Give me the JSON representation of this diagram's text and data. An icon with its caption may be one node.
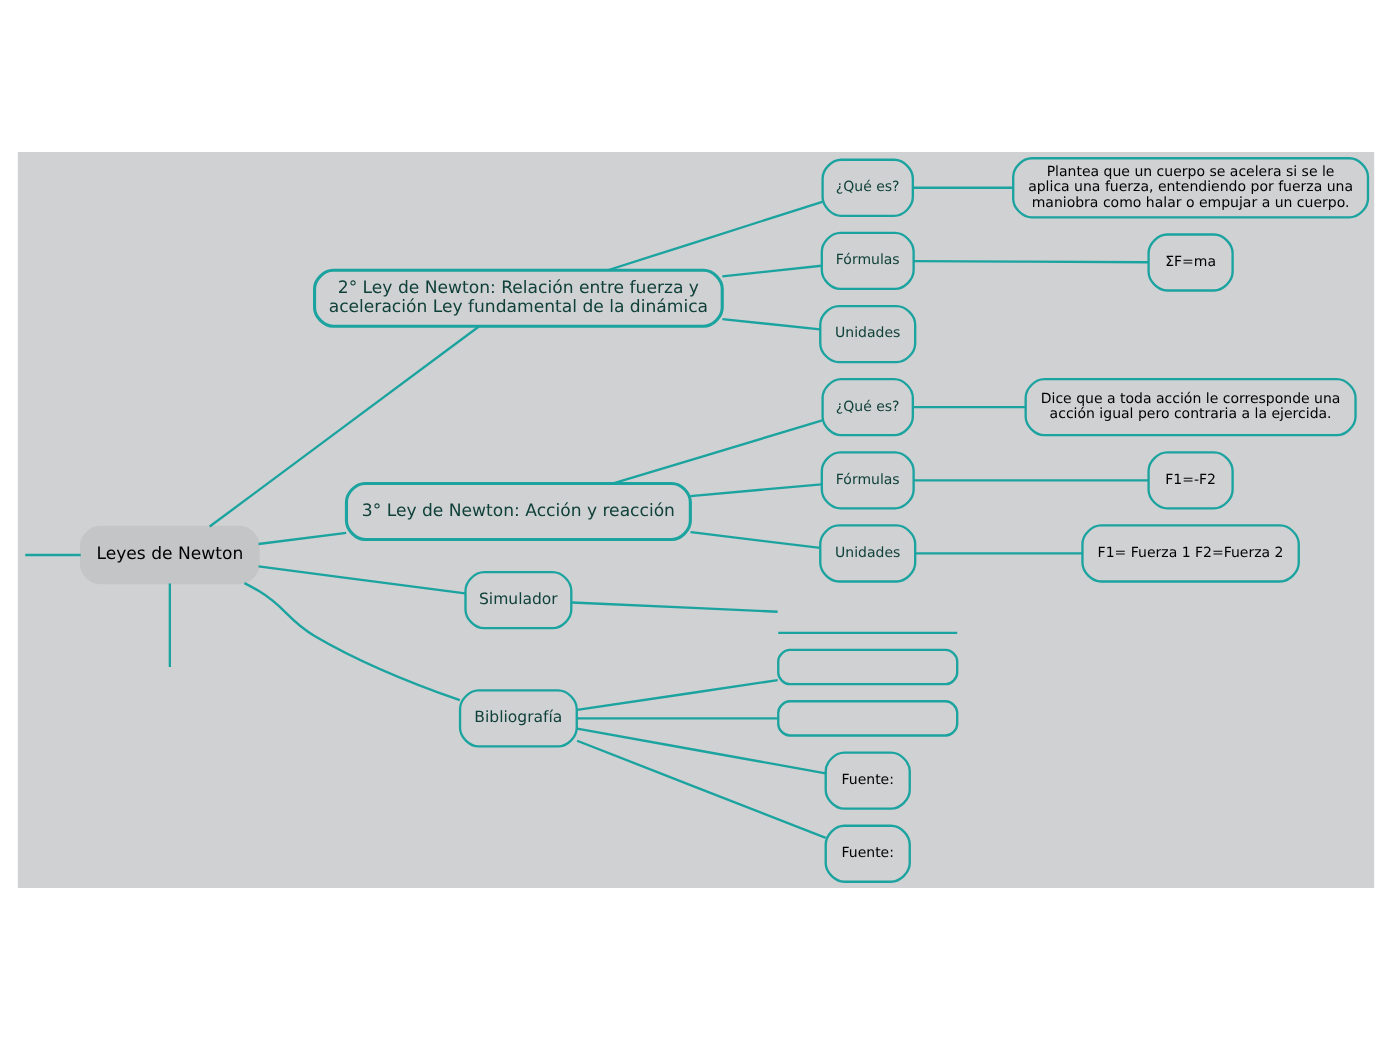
{
  "diagram": {
    "nodes": [
      {
        "text": [
          "Leyes de Newton"
        ]
      },
      {
        "text": [
          "2° Ley de Newton: Relación entre fuerza y aceleración Ley fundamental de la dinámica"
        ]
      },
      {
        "text": [
          "¿Qué es?"
        ]
      },
      {
        "text": [
          "Plantea que un cuerpo se acelera si se le aplica una fuerza, entendiendo por fuerza una maniobra como halar o empujar a un cuerpo."
        ]
      },
      {
        "text": [
          "Fórmulas"
        ]
      },
      {
        "text": [
          "ΣF=ma"
        ]
      },
      {
        "text": [
          "Unidades"
        ]
      },
      {
        "text": [
          "3° Ley de Newton: Acción y reacción"
        ]
      },
      {
        "text": [
          "¿Qué es?"
        ]
      },
      {
        "text": [
          "Dice que a toda acción le corresponde una acción igual pero contraria a la ejercida."
        ]
      },
      {
        "text": [
          "Fórmulas"
        ]
      },
      {
        "text": [
          "F1=-F2"
        ]
      },
      {
        "text": [
          "Unidades"
        ]
      },
      {
        "text": [
          "F1= Fuerza 1 F2=Fuerza 2"
        ]
      },
      {
        "text": [
          "Simulador"
        ]
      },
      {
        "text": [],
        "shape": "bar"
      },
      {
        "text": [
          "Bibliografía"
        ]
      },
      {
        "text": [],
        "shape": "box"
      },
      {
        "text": [],
        "shape": "box"
      },
      {
        "text": [
          "Fuente:"
        ]
      },
      {
        "text": [
          "Fuente:"
        ]
      }
    ],
    "edges": [
      {
        "from": 0,
        "to": null,
        "arrow": "none"
      },
      {
        "from": 0,
        "to": 1,
        "arrow": "none"
      },
      {
        "from": 0,
        "to": 7,
        "arrow": "none"
      },
      {
        "from": 0,
        "to": 14,
        "arrow": "none"
      },
      {
        "from": 0,
        "to": 16,
        "arrow": "none"
      },
      {
        "from": 0,
        "to": null,
        "arrow": "none"
      },
      {
        "from": 1,
        "to": 2,
        "arrow": "none"
      },
      {
        "from": 2,
        "to": 3,
        "arrow": "none"
      },
      {
        "from": 1,
        "to": 4,
        "arrow": "none"
      },
      {
        "from": 4,
        "to": 5,
        "arrow": "none"
      },
      {
        "from": 1,
        "to": 6,
        "arrow": "none"
      },
      {
        "from": 7,
        "to": 8,
        "arrow": "none"
      },
      {
        "from": 8,
        "to": 9,
        "arrow": "none"
      },
      {
        "from": 7,
        "to": 10,
        "arrow": "none"
      },
      {
        "from": 10,
        "to": 11,
        "arrow": "none"
      },
      {
        "from": 7,
        "to": 12,
        "arrow": "none"
      },
      {
        "from": 12,
        "to": 13,
        "arrow": "none"
      },
      {
        "from": 14,
        "to": 15,
        "arrow": "none"
      },
      {
        "from": 16,
        "to": 17,
        "arrow": "none"
      },
      {
        "from": 16,
        "to": 18,
        "arrow": "none"
      },
      {
        "from": 16,
        "to": 19,
        "arrow": "none"
      },
      {
        "from": 16,
        "to": 20,
        "arrow": "none"
      }
    ]
  }
}
